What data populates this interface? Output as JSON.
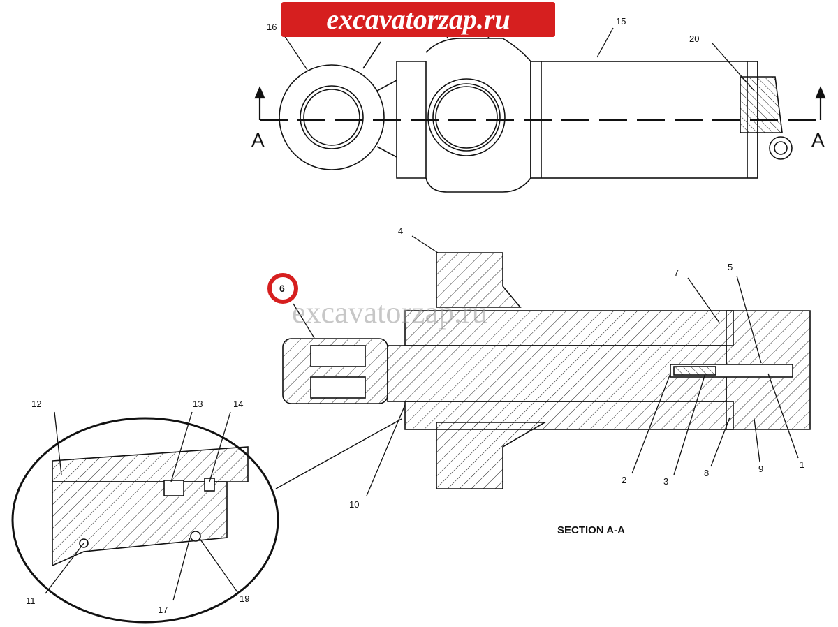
{
  "watermark": {
    "top": "excavatorzap.ru",
    "middle": "excavatorzap.ru",
    "color": "#d61f1f"
  },
  "section_marks": {
    "left": "A",
    "right": "A"
  },
  "section_title": "SECTION A-A",
  "highlight": {
    "label": "6",
    "color": "#d61f1f"
  },
  "callouts": {
    "c1": "1",
    "c2": "2",
    "c3": "3",
    "c4": "4",
    "c5": "5",
    "c7": "7",
    "c8": "8",
    "c9": "9",
    "c10": "10",
    "c11": "11",
    "c12": "12",
    "c13": "13",
    "c14": "14",
    "c15": "15",
    "c16": "16",
    "c17": "17",
    "c19": "19",
    "c20": "20"
  }
}
